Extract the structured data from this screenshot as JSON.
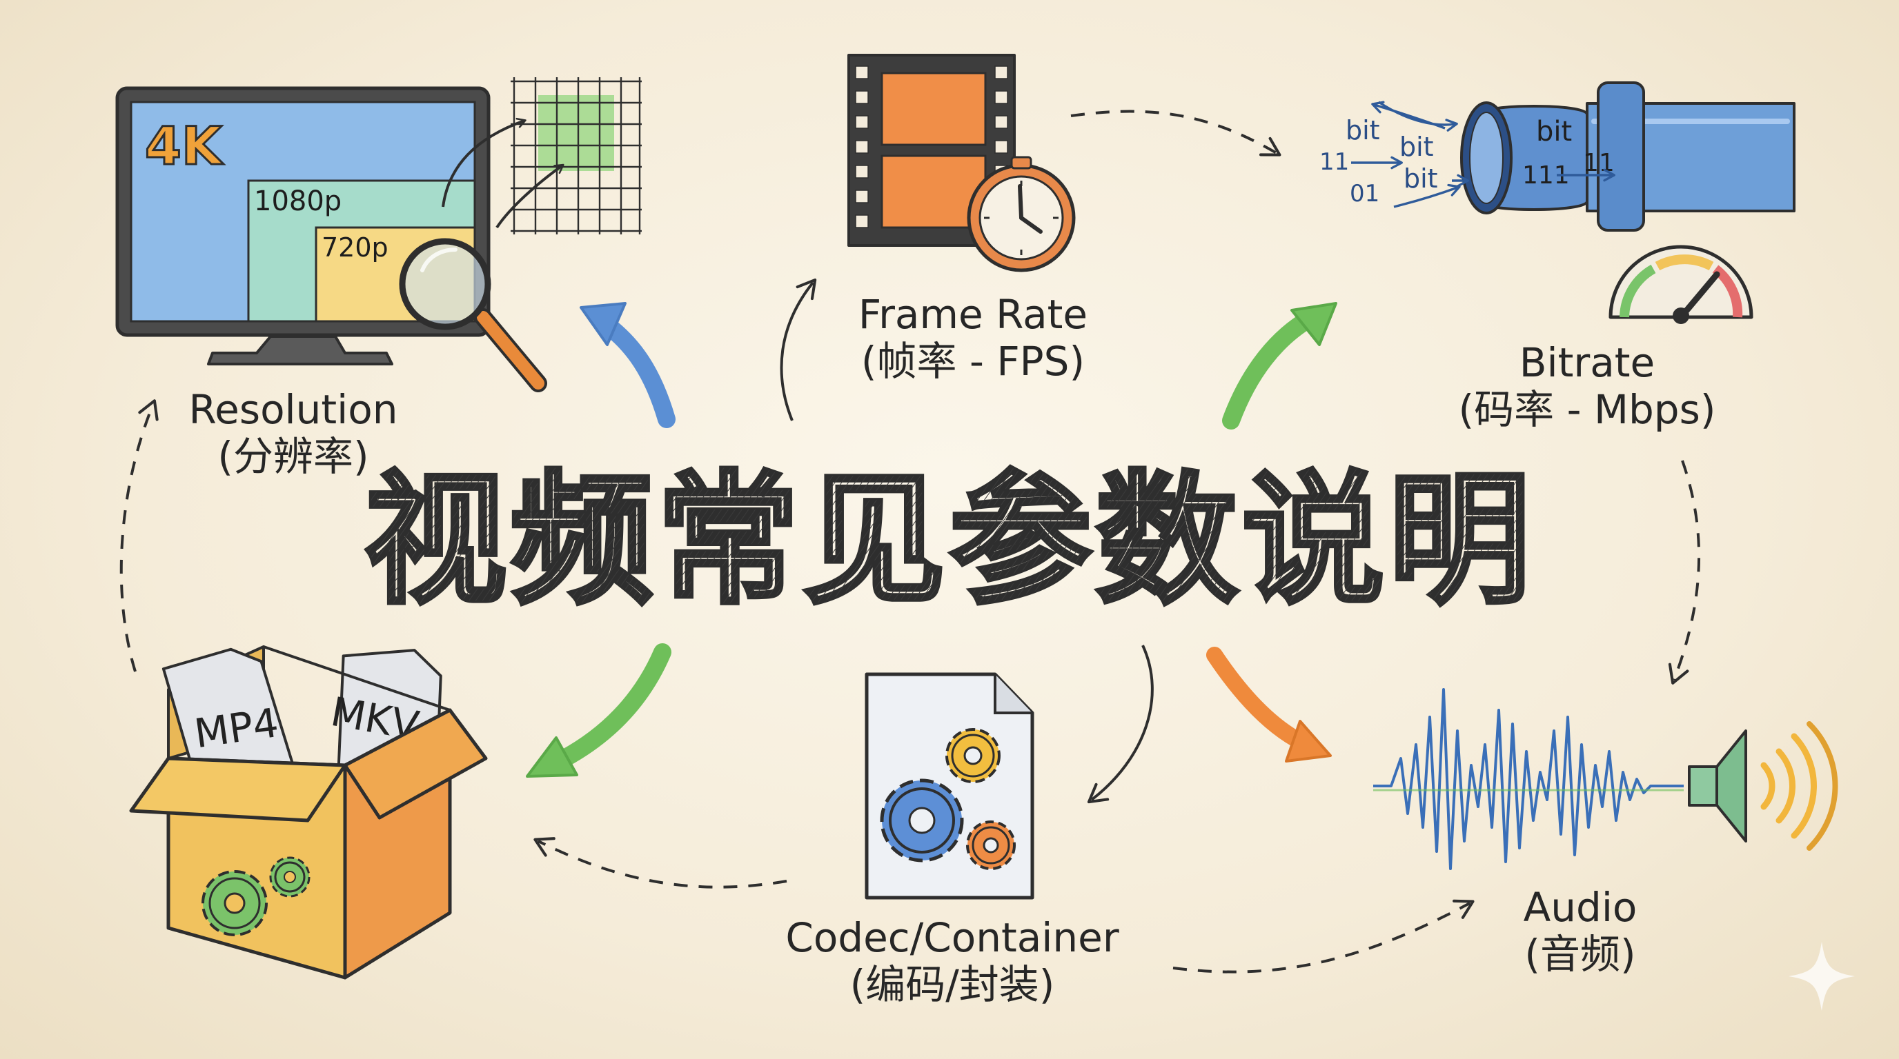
{
  "title": "视频常见参数说明",
  "nodes": {
    "resolution": {
      "label_en": "Resolution",
      "label_zh": "(分辨率)",
      "monitor_tags": [
        "4K",
        "1080p",
        "720p"
      ]
    },
    "frame_rate": {
      "label_en": "Frame Rate",
      "label_zh": "(帧率 - FPS)"
    },
    "bitrate": {
      "label_en": "Bitrate",
      "label_zh": "(码率 - Mbps)",
      "bits": [
        "bit",
        "bit",
        "bit",
        "11",
        "01",
        "bit",
        "111",
        "11"
      ]
    },
    "audio": {
      "label_en": "Audio",
      "label_zh": "(音频)"
    },
    "codec": {
      "label_en": "Codec/Container",
      "label_zh": "(编码/封装)"
    },
    "container_files": [
      "MP4",
      "MKV"
    ]
  },
  "colors": {
    "ink": "#2e2e2e",
    "blue": "#5b8fd4",
    "green": "#6fbf5a",
    "orange": "#ef8a3c",
    "yellow": "#f2c45a",
    "paper": "#f6efdf"
  }
}
